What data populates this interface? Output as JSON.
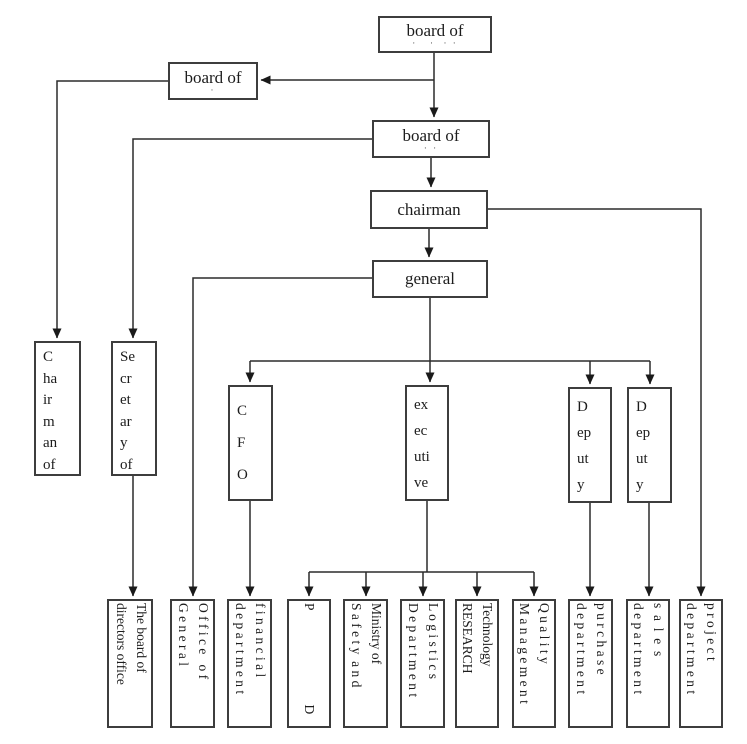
{
  "nodes": {
    "board_top": {
      "label": "board of",
      "sub": "·   ·  · ·"
    },
    "board_left": {
      "label": "board of",
      "sub": "·"
    },
    "board_mid": {
      "label": "board of",
      "sub": "· ·"
    },
    "chairman": {
      "label": "chairman"
    },
    "general": {
      "label": "general"
    },
    "chairman_of": {
      "label": "C\nha\nir\nm\nan\nof"
    },
    "secretary_of": {
      "label": "Se\ncr\net\nar\ny\nof"
    },
    "cfo": {
      "label": "C\nF\nO"
    },
    "executive": {
      "label": "ex\nec\nuti\nve"
    },
    "deputy_1": {
      "label": "D\nep\nut\ny"
    },
    "deputy_2": {
      "label": "D\nep\nut\ny"
    },
    "board_office": {
      "label": "The board of\ndirectors office"
    },
    "office_general": {
      "label": "O f f i c e   o f\nG e n e r a l"
    },
    "financial": {
      "label": "f i n a n c i a l\nd e p a r t m e n t"
    },
    "pd": {
      "label": "P                            D"
    },
    "ministry": {
      "label": "Ministry of\nS a f e t y  a n d"
    },
    "logistics": {
      "label": "L o g i s t i c s\nD e p a r t m e n t"
    },
    "technology": {
      "label": "Technology\nRESEARCH"
    },
    "quality": {
      "label": "Q u a l i t y\nM a n a g e m e n t"
    },
    "purchase": {
      "label": "p u r c h a s e\nd e p a r t m e n t"
    },
    "sales": {
      "label": "s  a  l  e  s\nd e p a r t m e n t"
    },
    "project": {
      "label": "p r o j e c t\nd e p a r t m e n t"
    }
  },
  "colors": {
    "line": "#2b2b2b",
    "arrow": "#1a1a1a",
    "border": "#3d3d3d",
    "text": "#1c1c1c",
    "background": "#ffffff"
  }
}
